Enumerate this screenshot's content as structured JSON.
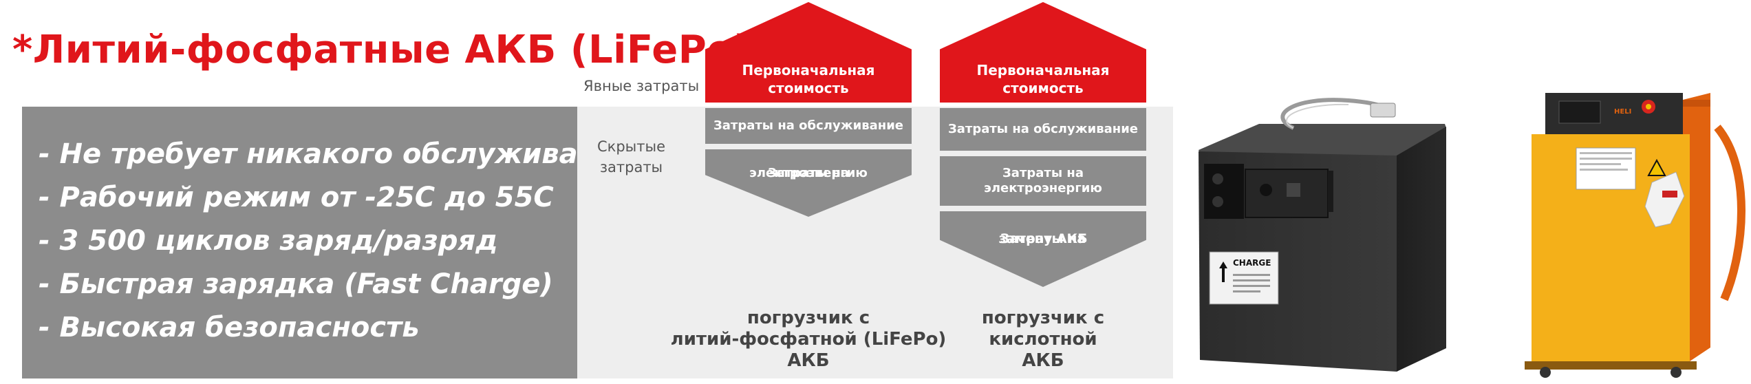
{
  "title": "*Литий-фосфатные АКБ (LiFePo)",
  "features": [
    "- Не требует никакого обслуживания",
    "- Рабочий режим от -25С до 55С",
    "- 3 500 циклов заряд/разряд",
    "- Быстрая зарядка (Fast Charge)",
    "- Высокая безопасность"
  ],
  "labels": {
    "explicit": "Явные затраты",
    "hidden_line1": "Скрытые",
    "hidden_line2": "затраты"
  },
  "lifepo": {
    "initial_line1": "Первоначальная",
    "initial_line2": "стоимость",
    "maintenance": "Затраты на обслуживание",
    "energy_line1": "Затраты на",
    "energy_line2": "электроэнергию",
    "caption_line1": "погрузчик с",
    "caption_line2": "литий-фосфатной (LiFePo)",
    "caption_line3": "АКБ"
  },
  "acid": {
    "initial_line1": "Первоначальная",
    "initial_line2": "стоимость",
    "maintenance": "Затраты на обслуживание",
    "energy_line1": "Затраты на",
    "energy_line2": "электроэнергию",
    "replacement_line1": "Затраты на",
    "replacement_line2": "замену АКБ",
    "caption_line1": "погрузчик с",
    "caption_line2": "кислотной",
    "caption_line3": "АКБ"
  },
  "battery": {
    "label": "CHARGE"
  },
  "charger": {
    "brand": "HELI"
  },
  "colors": {
    "accent": "#e0161b",
    "panel_gray": "#8c8c8c",
    "light_gray": "#eeeeee",
    "charger_yellow": "#f4b019",
    "charger_orange": "#e1620f"
  }
}
